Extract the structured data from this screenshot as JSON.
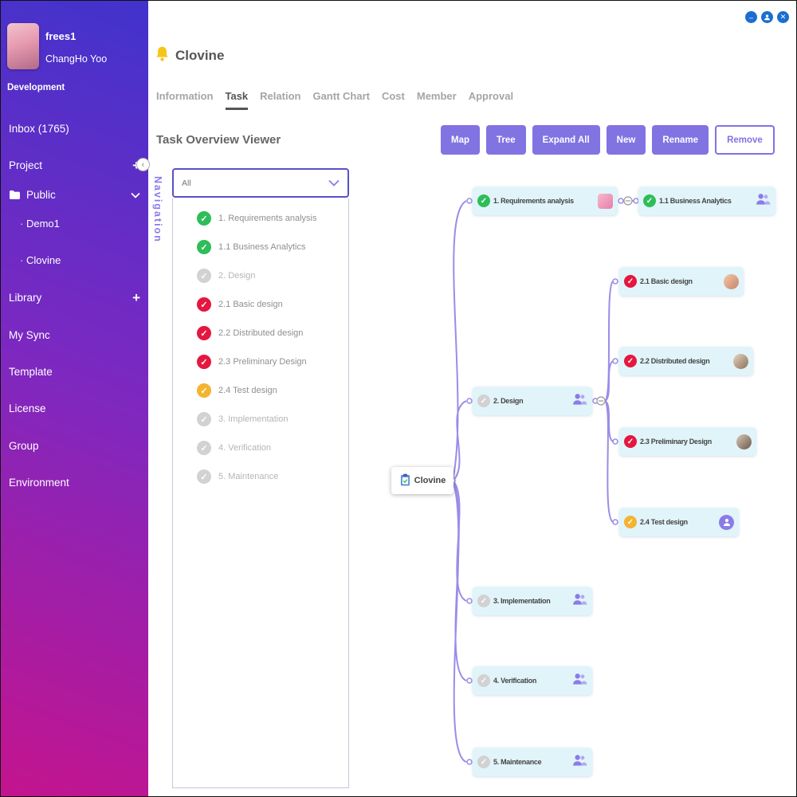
{
  "colors": {
    "accent": "#8273e3",
    "sidebar_gradient_top": "#4133cc",
    "sidebar_gradient_mid": "#7e28c0",
    "sidebar_gradient_bottom": "#c4148e",
    "node_background": "#e1f4f9",
    "connector": "#9b8ce8",
    "status_done": "#2ebd59",
    "status_urgent": "#e5173f",
    "status_warn": "#f5b32f",
    "status_none": "#d2d2d2",
    "window_control": "#1b6ed0",
    "bell": "#f5c518"
  },
  "glyphs": {
    "check": "✓",
    "plus": "+",
    "collapse_left": "‹",
    "minimize": "–",
    "close": "✕"
  },
  "window_controls": [
    "minimize-icon",
    "profile-icon",
    "close-icon"
  ],
  "sidebar": {
    "user_name": "frees1",
    "user_fullname": "ChangHo Yoo",
    "team_label": "Development",
    "inbox_label": "Inbox (1765)",
    "sections": [
      {
        "label": "Project"
      },
      {
        "label": "Public"
      },
      {
        "label": "Demo1"
      },
      {
        "label": "Clovine"
      },
      {
        "label": "Library"
      },
      {
        "label": "My Sync"
      },
      {
        "label": "Template"
      },
      {
        "label": "License"
      },
      {
        "label": "Group"
      },
      {
        "label": "Environment"
      }
    ]
  },
  "header": {
    "title": "Clovine"
  },
  "tabs": [
    {
      "label": "Information",
      "active": false
    },
    {
      "label": "Task",
      "active": true
    },
    {
      "label": "Relation",
      "active": false
    },
    {
      "label": "Gantt Chart",
      "active": false
    },
    {
      "label": "Cost",
      "active": false
    },
    {
      "label": "Member",
      "active": false
    },
    {
      "label": "Approval",
      "active": false
    }
  ],
  "viewer": {
    "title": "Task Overview Viewer",
    "buttons": [
      "Map",
      "Tree",
      "Expand All",
      "New",
      "Rename",
      "Remove"
    ]
  },
  "navigation": {
    "panel_label": "Navigation",
    "filter_value": "All",
    "tasks": [
      {
        "label": "1. Requirements analysis",
        "status": "done"
      },
      {
        "label": "1.1 Business Analytics",
        "status": "done"
      },
      {
        "label": "2. Design",
        "status": "none"
      },
      {
        "label": "2.1 Basic design",
        "status": "urgent"
      },
      {
        "label": "2.2 Distributed design",
        "status": "urgent"
      },
      {
        "label": "2.3  Preliminary Design",
        "status": "urgent"
      },
      {
        "label": "2.4 Test design",
        "status": "warn"
      },
      {
        "label": "3. Implementation",
        "status": "none"
      },
      {
        "label": "4. Verification",
        "status": "none"
      },
      {
        "label": "5. Maintenance",
        "status": "none"
      }
    ]
  },
  "mindmap": {
    "root_label": "Clovine",
    "level1": [
      {
        "label": "1. Requirements analysis",
        "status": "done",
        "avatar": "photo-pink"
      },
      {
        "label": "2. Design",
        "status": "none",
        "avatar": "people"
      },
      {
        "label": "3. Implementation",
        "status": "none",
        "avatar": "people"
      },
      {
        "label": "4. Verification",
        "status": "none",
        "avatar": "people"
      },
      {
        "label": "5. Maintenance",
        "status": "none",
        "avatar": "people"
      }
    ],
    "level2": [
      {
        "label": "1.1 Business Analytics",
        "status": "done",
        "avatar": "people"
      },
      {
        "label": "2.1 Basic design",
        "status": "urgent",
        "avatar": "photo"
      },
      {
        "label": "2.2 Distributed design",
        "status": "urgent",
        "avatar": "photo"
      },
      {
        "label": "2.3 Preliminary Design",
        "status": "urgent",
        "avatar": "photo"
      },
      {
        "label": "2.4 Test design",
        "status": "warn",
        "avatar": "person"
      }
    ]
  }
}
